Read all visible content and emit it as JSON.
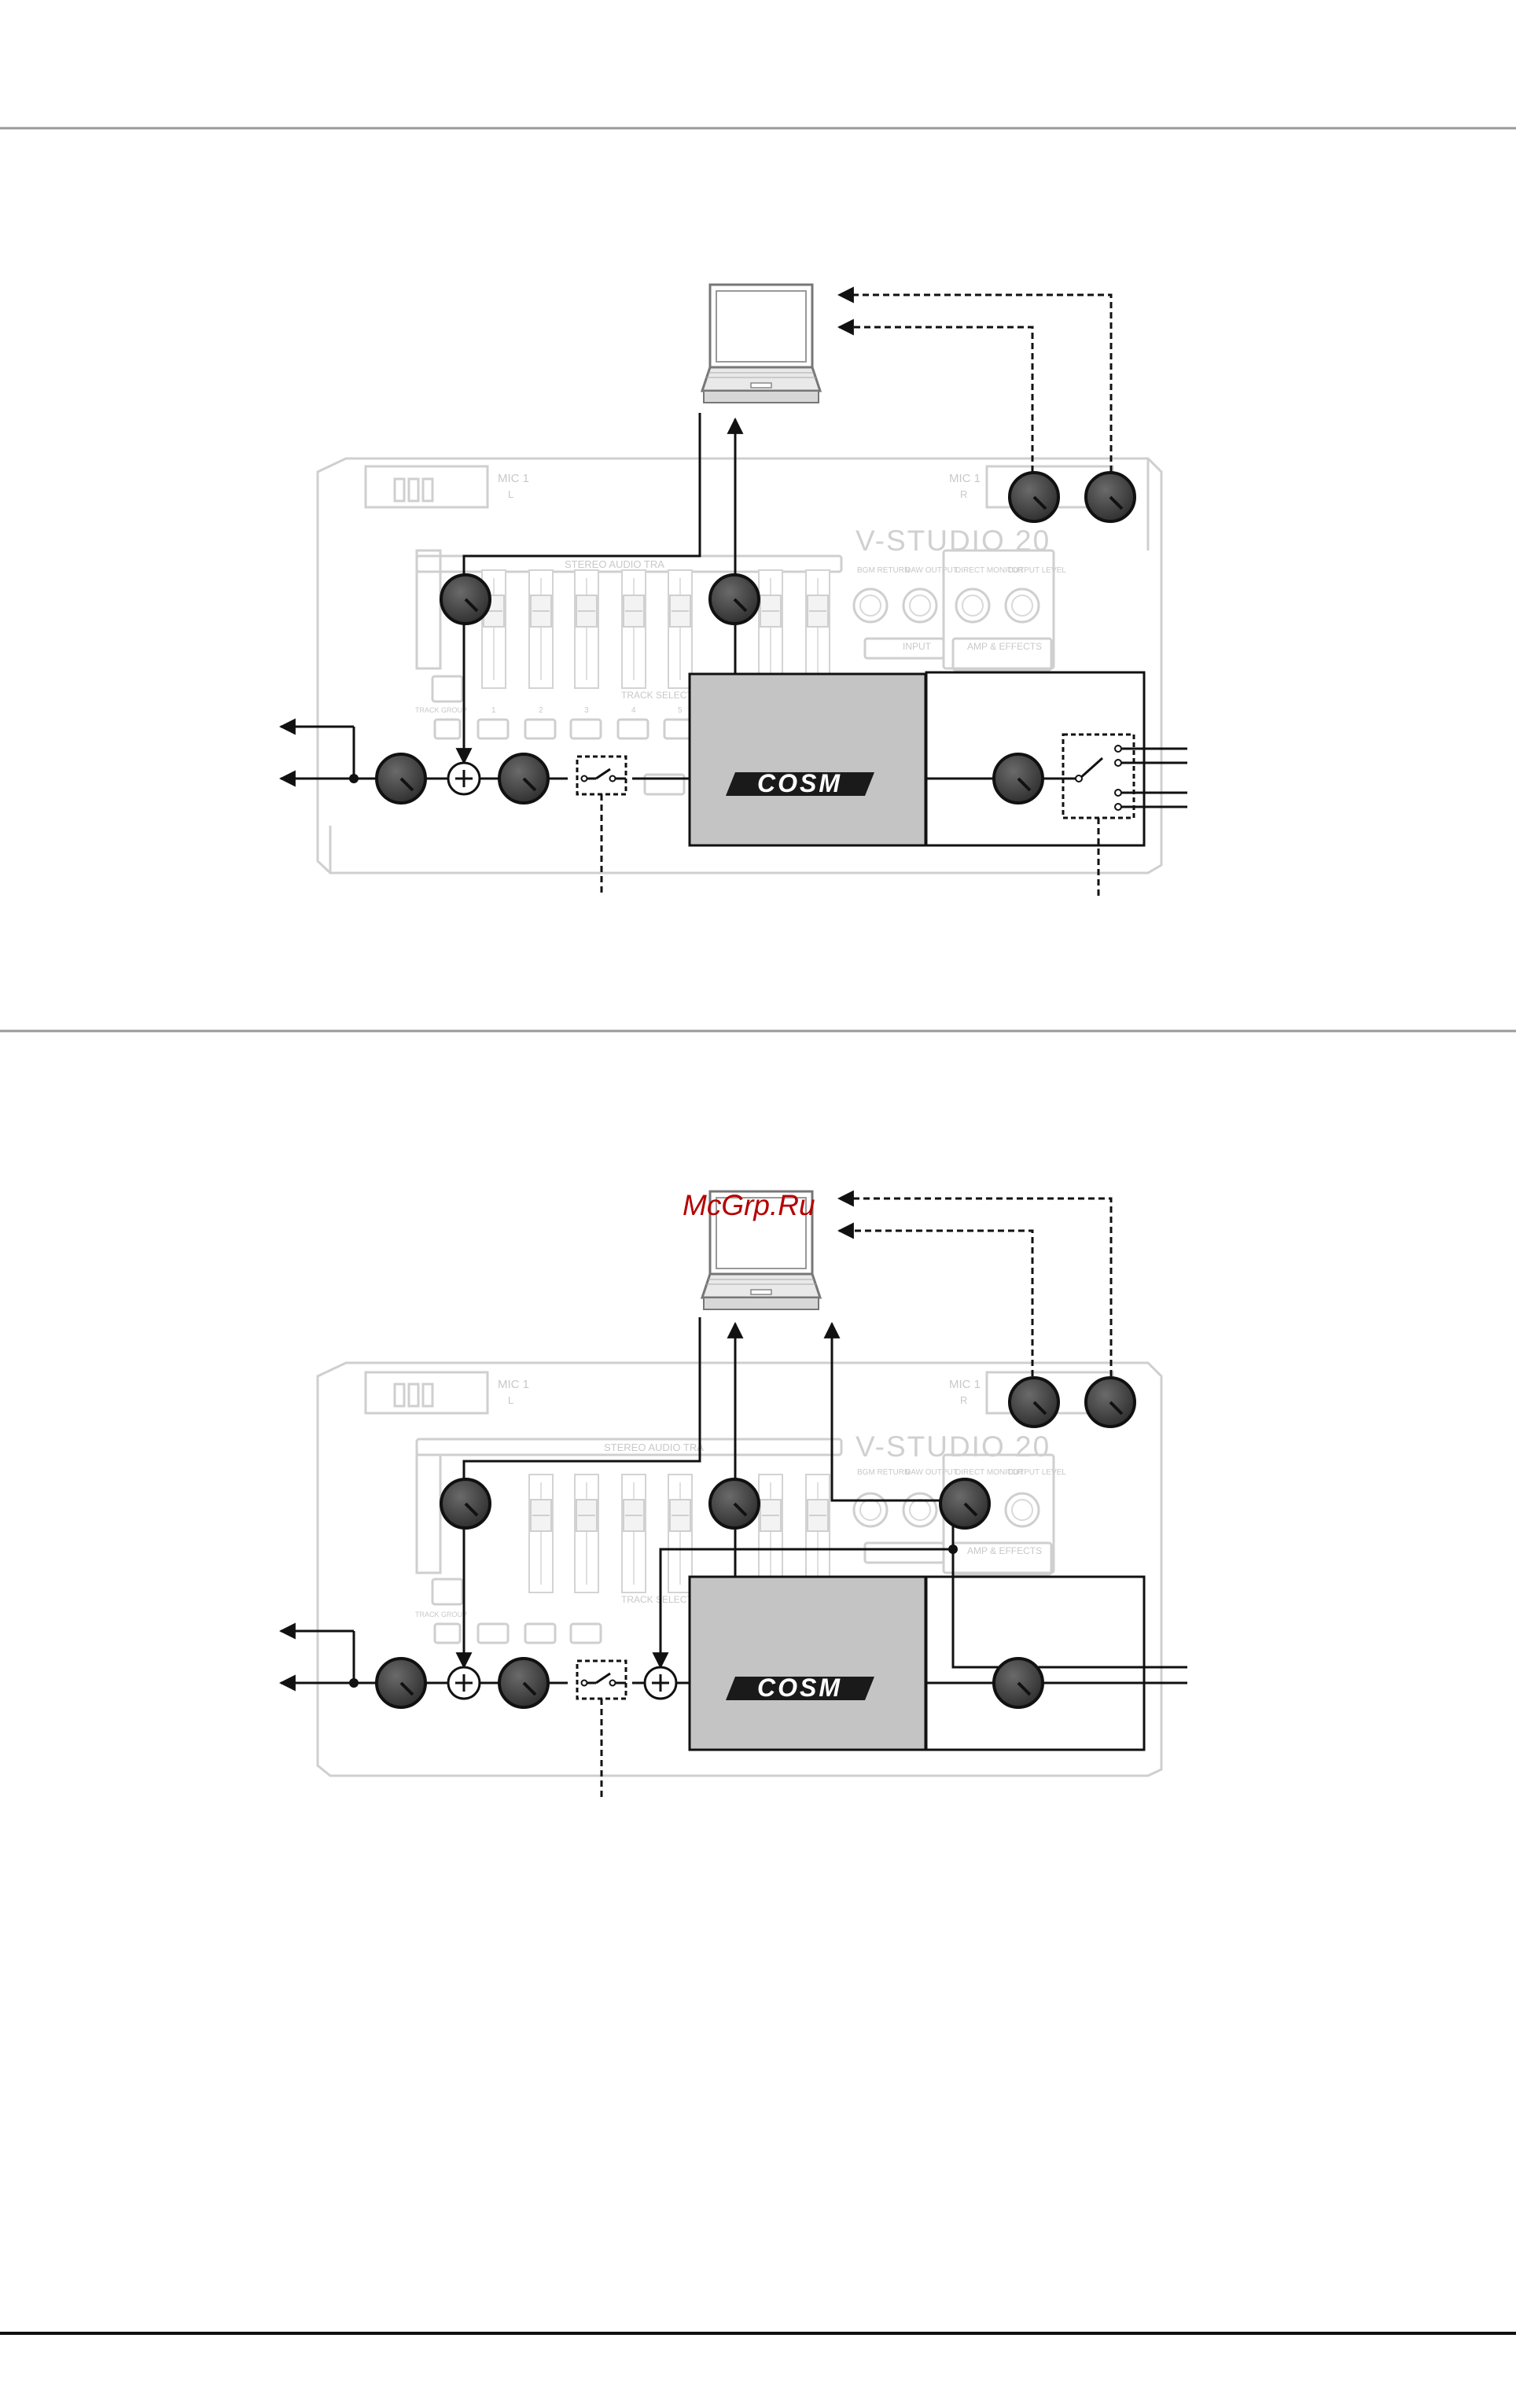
{
  "device": {
    "model": "V-STUDIO 20",
    "mic_label": "MIC 1",
    "mic_left_tag": "L",
    "mic_right_tag": "R",
    "stereo_tracks_label": "STEREO AUDIO TRA",
    "knob_labels": [
      "BGM RETURN",
      "DAW OUTPUT",
      "DIRECT MONITOR",
      "OUTPUT LEVEL"
    ],
    "input_label": "INPUT",
    "amp_effects_label": "AMP & EFFECTS",
    "track_select_label": "TRACK SELECT",
    "track_group_label": "TRACK GROUP",
    "track_numbers": [
      "1",
      "2",
      "3",
      "4",
      "5"
    ]
  },
  "cosm_label": "COSM",
  "watermark": "McGrp.Ru",
  "colors": {
    "line": "#111111",
    "device_outline": "#cfcfcf",
    "knob_fill": "#4a4a4a",
    "cosm_fill": "#c4c4c4",
    "watermark": "#b50000"
  }
}
